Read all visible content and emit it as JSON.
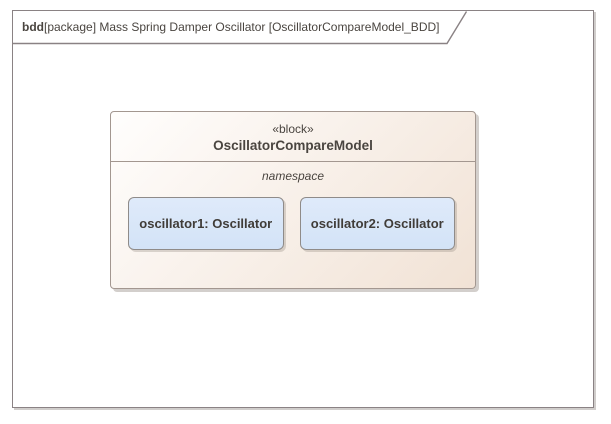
{
  "frame": {
    "keyword": "bdd",
    "title": "[package] Mass Spring Damper Oscillator [OscillatorCompareModel_BDD]"
  },
  "block": {
    "stereotype": "«block»",
    "name": "OscillatorCompareModel",
    "compartment_label": "namespace",
    "parts": [
      {
        "label": "oscillator1: Oscillator"
      },
      {
        "label": "oscillator2: Oscillator"
      }
    ]
  },
  "colors": {
    "frame_border": "#8a8284",
    "block_border": "#a39790",
    "block_fill_start": "#fffefd",
    "block_fill_end": "#f1e2d5",
    "part_border": "#8f8b89",
    "part_fill_start": "#dfeafa",
    "part_fill_end": "#d3e3f7",
    "part_text": "#403c38",
    "text_color": "#4a4540"
  }
}
